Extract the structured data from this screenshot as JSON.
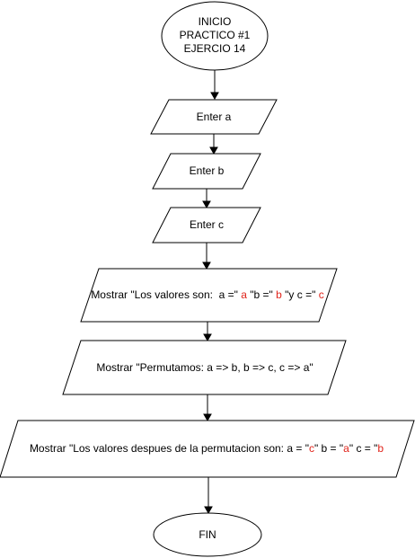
{
  "flowchart": {
    "start": {
      "line1": "INICIO",
      "line2": "PRACTICO #1",
      "line3": "EJERCIO 14"
    },
    "input_a": "Enter a",
    "input_b": "Enter b",
    "input_c": "Enter c",
    "output1": {
      "p1": "Mostrar \"Los valores son:  a =\" ",
      "v1": "a",
      "p2": " \"b =\" ",
      "v2": "b",
      "p3": " \"y c =\" ",
      "v3": "c"
    },
    "output2": "Mostrar \"Permutamos: a => b, b => c, c => a\"",
    "output3": {
      "p1": "Mostrar \"Los valores despues de la permutacion son: a = \"",
      "v1": "c",
      "p2": "\" b = \"",
      "v2": "a",
      "p3": "\" c = \"",
      "v3": "b"
    },
    "end": "FIN"
  },
  "colors": {
    "variable_highlight": "#e0241b",
    "stroke": "#000000",
    "fill": "#ffffff"
  }
}
